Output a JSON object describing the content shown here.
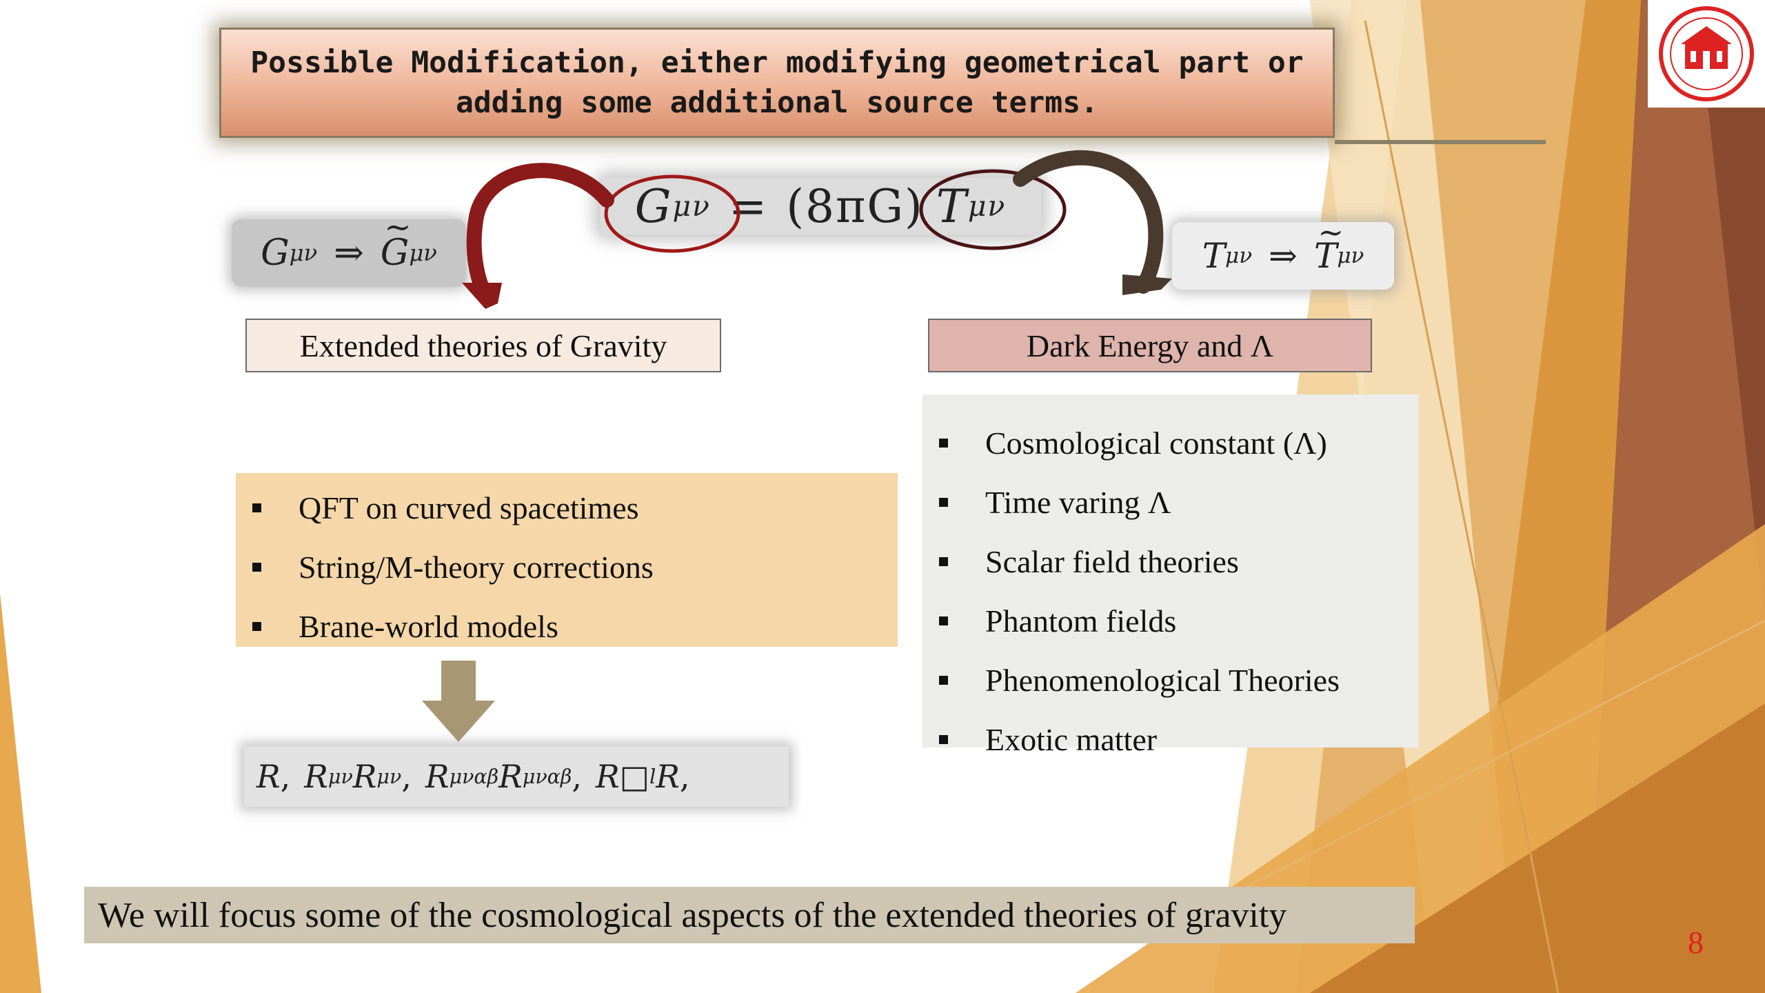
{
  "slide": {
    "title": "Possible  Modification, either modifying geometrical part or adding some additional source terms.",
    "page_number": "8",
    "colors": {
      "title_gradient_top": "#fbe0d2",
      "title_gradient_bottom": "#d7906d",
      "left_list_bg": "#f6d7a9",
      "right_list_bg": "#ececea",
      "right_label_bg": "#deb4ac",
      "left_label_bg": "#f7eae1",
      "bottom_bar_bg": "#cfc5b3",
      "page_number_color": "#e02020",
      "red_arrow": "#8b1a1a",
      "dark_arrow": "#4a3a2e",
      "decor_gold": "#d9a24a",
      "decor_brown": "#9c5a38"
    }
  },
  "equations": {
    "main": {
      "G": "G",
      "G_sub": "μν",
      "equals": "=",
      "factor": "(8πG)",
      "T": "T",
      "T_sub": "μν"
    },
    "left_mod": {
      "G": "G",
      "sub": "μν",
      "arrow": "⇒",
      "G_tilde": "G",
      "sub2": "μν"
    },
    "right_mod": {
      "T": "T",
      "sub": "μν",
      "arrow": "⇒",
      "T_tilde": "T",
      "sub2": "μν"
    },
    "invariants": {
      "R": "R",
      "sep": ",",
      "R1": "R",
      "R1_sup": "μν",
      "R2": "R",
      "R2_sub": "μν",
      "R3": "R",
      "R3_sup": "μναβ",
      "R4": "R",
      "R4_sub": "μναβ",
      "R5": "R",
      "box": "□",
      "box_sup": "l",
      "R6": "R"
    }
  },
  "left_column": {
    "label": "Extended theories of Gravity",
    "items": [
      "QFT on curved spacetimes",
      "String/M-theory corrections",
      "Brane-world models"
    ]
  },
  "right_column": {
    "label": "Dark Energy and Λ",
    "items": [
      "Cosmological constant (Λ)",
      "Time varing Λ",
      "Scalar field theories",
      "Phantom fields",
      "Phenomenological Theories",
      "Exotic matter"
    ]
  },
  "footer": {
    "text": "We will focus some of the cosmological aspects of the extended theories of gravity"
  },
  "icons": {
    "logo": "university-seal-icon",
    "down_arrow": "down-arrow-icon",
    "left_curved_arrow": "curved-arrow-left-icon",
    "right_curved_arrow": "curved-arrow-right-icon"
  }
}
